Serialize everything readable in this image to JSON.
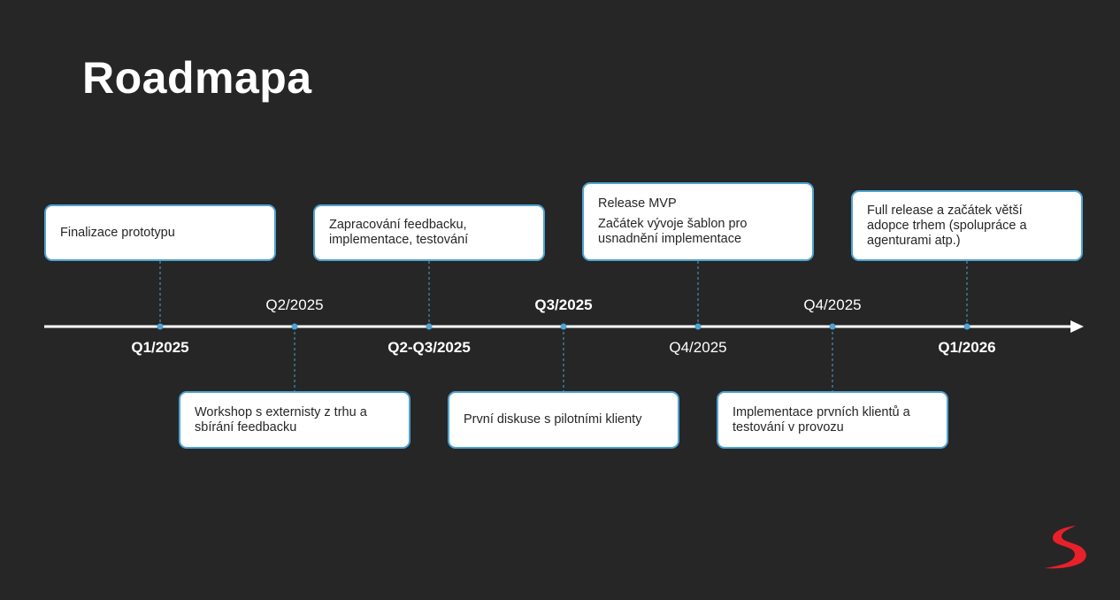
{
  "title": "Roadmapa",
  "colors": {
    "background": "#262626",
    "axis": "#ffffff",
    "connector": "#4fa3d1",
    "card_border": "#4fa3d1",
    "card_fill": "#ffffff",
    "card_text": "#262626",
    "logo": "#e8202a"
  },
  "milestones": [
    {
      "date": "Q1/2025",
      "date_bold": true,
      "position": "above",
      "lines": [
        "Finalizace prototypu"
      ]
    },
    {
      "date": "Q2/2025",
      "date_bold": false,
      "position": "below",
      "lines": [
        "Workshop s externisty z trhu a sbírání feedbacku"
      ]
    },
    {
      "date": "Q2-Q3/2025",
      "date_bold": true,
      "position": "above",
      "lines": [
        "Zapracování feedbacku, implementace, testování"
      ]
    },
    {
      "date": "Q3/2025",
      "date_bold": true,
      "position": "below",
      "lines": [
        "První diskuse s pilotními klienty"
      ]
    },
    {
      "date": "Q4/2025",
      "date_bold": false,
      "position": "above",
      "lines": [
        "Release MVP",
        "Začátek vývoje šablon pro usnadnění implementace"
      ]
    },
    {
      "date": "Q4/2025",
      "date_bold": false,
      "position": "below",
      "lines": [
        "Implementace prvních klientů a testování v provozu"
      ]
    },
    {
      "date": "Q1/2026",
      "date_bold": true,
      "position": "above",
      "lines": [
        "Full release a začátek větší adopce trhem (spolupráce a agenturami atp.)"
      ]
    }
  ],
  "logo": {
    "icon": "s-swoosh-logo"
  }
}
